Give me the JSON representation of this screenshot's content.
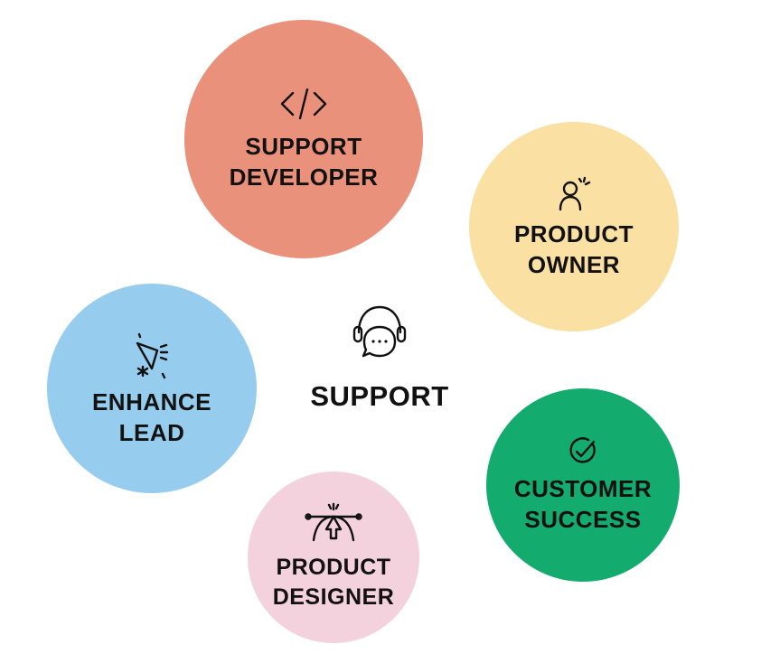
{
  "center": {
    "label": "SUPPORT",
    "icon": "headset-chat-icon"
  },
  "roles": [
    {
      "id": "support-developer",
      "line1": "SUPPORT",
      "line2": "DEVELOPER",
      "icon": "code-icon",
      "color": "#E9917A"
    },
    {
      "id": "product-owner",
      "line1": "PRODUCT",
      "line2": "OWNER",
      "icon": "person-idea-icon",
      "color": "#FAE0A2"
    },
    {
      "id": "enhance-lead",
      "line1": "ENHANCE",
      "line2": "LEAD",
      "icon": "megaphone-icon",
      "color": "#96CDEE"
    },
    {
      "id": "customer-success",
      "line1": "CUSTOMER",
      "line2": "SUCCESS",
      "icon": "target-check-icon",
      "color": "#13AC6E"
    },
    {
      "id": "product-designer",
      "line1": "PRODUCT",
      "line2": "DESIGNER",
      "icon": "pen-tool-icon",
      "color": "#F3D2DE"
    }
  ]
}
